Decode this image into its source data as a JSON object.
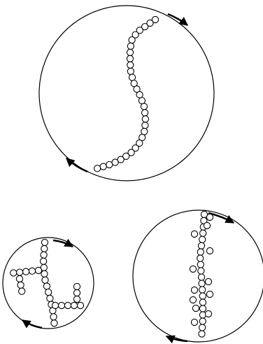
{
  "figure": {
    "panels": [
      {
        "name": "top-large-circle",
        "shape": "s-shaped chain of beads"
      },
      {
        "name": "bottom-left-circle",
        "shape": "branched chain of beads"
      },
      {
        "name": "bottom-right-circle",
        "shape": "straight chain with side beads"
      }
    ],
    "colors": {
      "background": "#ffffff",
      "stroke": "#000000",
      "bead_fill": "#ffffff"
    },
    "icons": [
      "rotation-arrow-icon",
      "bead-icon"
    ]
  }
}
